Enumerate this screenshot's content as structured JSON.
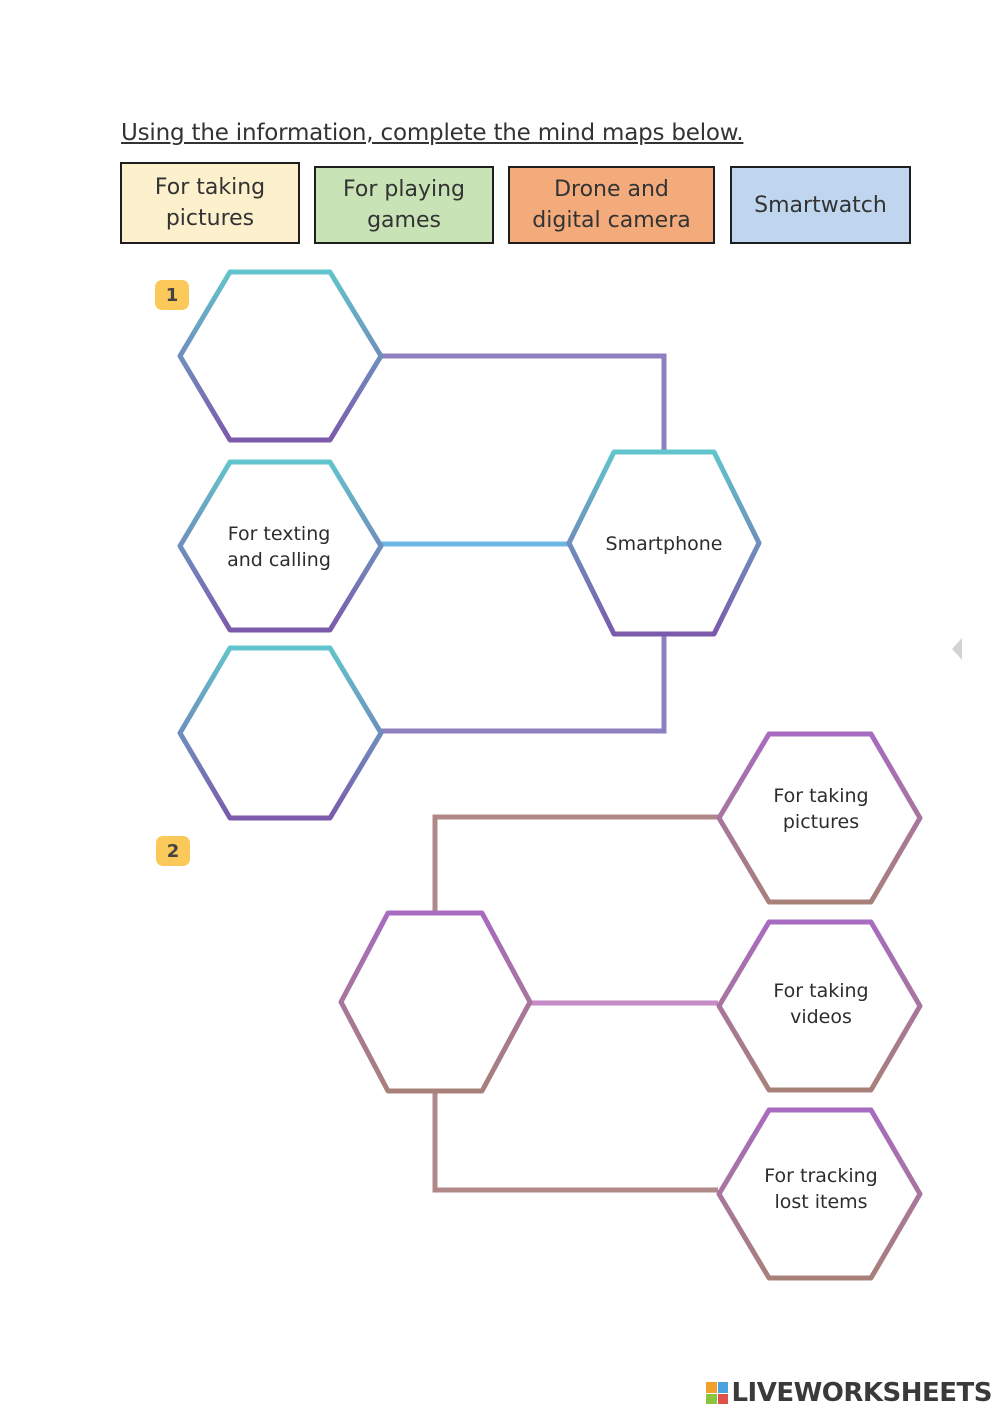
{
  "instruction": "Using the information, complete the mind maps below.",
  "options": [
    {
      "label": "For taking pictures",
      "color": "#fdf0cc"
    },
    {
      "label": "For playing games",
      "color": "#c8e3b6"
    },
    {
      "label": "Drone and digital camera",
      "color": "#f3ab7c"
    },
    {
      "label": "Smartwatch",
      "color": "#bfd6ee"
    }
  ],
  "map1": {
    "badge": "1",
    "center": "Smartphone",
    "node_mid": [
      "For texting",
      "and calling"
    ]
  },
  "map2": {
    "badge": "2",
    "node_top": [
      "For taking",
      "pictures"
    ],
    "node_mid": [
      "For taking",
      "videos"
    ],
    "node_bot": [
      "For tracking",
      "lost items"
    ]
  },
  "footer": {
    "brand": "LIVEWORKSHEETS"
  },
  "colors": {
    "map1_line": "#8e80c0",
    "map1_line_mid": "#6cb6e6",
    "map1_hex_top": "#62c4cc",
    "map1_hex_bottom": "#7b5aac",
    "map2_line": "#b08888",
    "map2_line_mid": "#c68ac6",
    "map2_hex_top": "#a76bc0",
    "map2_hex_bottom": "#a8807a"
  }
}
